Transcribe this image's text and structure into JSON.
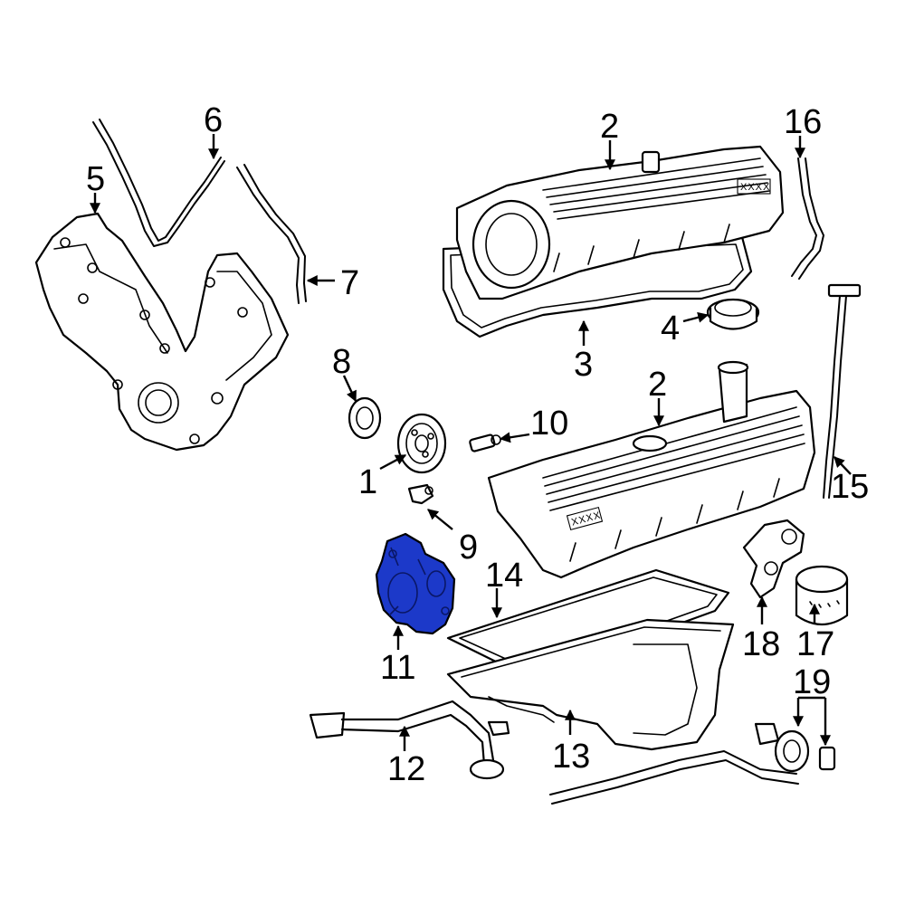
{
  "diagram": {
    "highlight_color": "#1c39c9",
    "highlighted_callout": "11",
    "cover_stamp_text": "XXXX",
    "callouts": {
      "c1": "1",
      "c2a": "2",
      "c2b": "2",
      "c3": "3",
      "c4": "4",
      "c5": "5",
      "c6": "6",
      "c7": "7",
      "c8": "8",
      "c9": "9",
      "c10": "10",
      "c11": "11",
      "c12": "12",
      "c13": "13",
      "c14": "14",
      "c15": "15",
      "c16": "16",
      "c17": "17",
      "c18": "18",
      "c19": "19"
    }
  }
}
